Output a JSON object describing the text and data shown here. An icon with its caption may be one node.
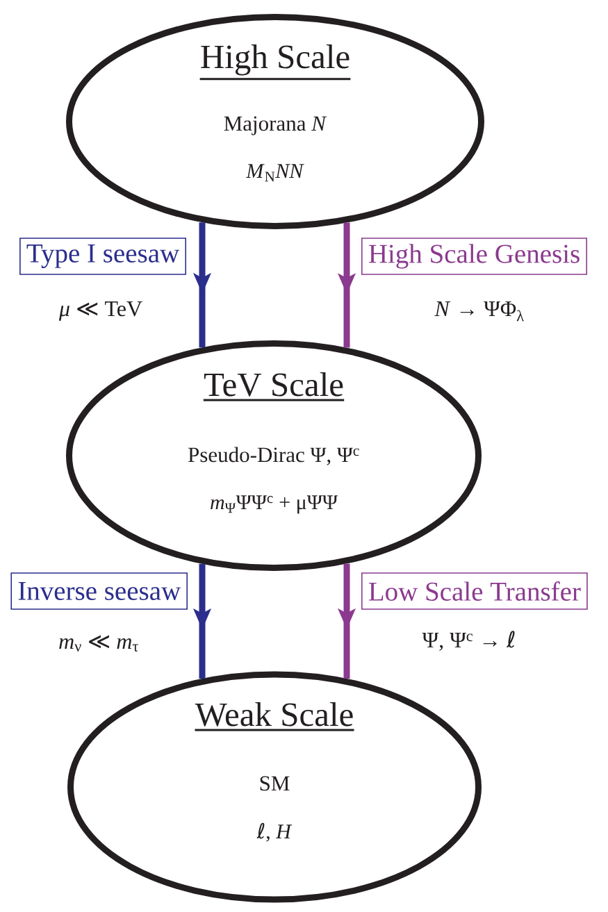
{
  "diagram": {
    "nodes": [
      {
        "text": [
          "High Scale",
          "Majorana *N*",
          "*M*$_{N}$*NN*"
        ]
      },
      {
        "text": [
          "TeV Scale",
          "Pseudo-Dirac Ψ, Ψ$^{c}$",
          "*m*$_{Ψ}$ΨΨ$^{c}$ + μΨΨ"
        ]
      },
      {
        "text": [
          "Weak Scale",
          "SM",
          "ℓ, *H*"
        ]
      }
    ],
    "edges": [
      {
        "from": 0,
        "to": 1,
        "arrow": "to",
        "label": "Type I seesaw",
        "color": "#2b2e8c"
      },
      {
        "from": 0,
        "to": 1,
        "arrow": "to",
        "label": "High Scale Genesis",
        "color": "#8b3a8f"
      },
      {
        "from": 1,
        "to": 2,
        "arrow": "to",
        "label": "Inverse seesaw",
        "color": "#2b2e8c"
      },
      {
        "from": 1,
        "to": 2,
        "arrow": "to",
        "label": "Low Scale Transfer",
        "color": "#8b3a8f"
      }
    ],
    "labels": [
      "*μ* ≪ TeV",
      "*N* → ΨΦ$_{λ}$",
      "*m*$_{ν}$ ≪ *m*$_{τ}$",
      "Ψ, Ψ$^{c}$ → ℓ"
    ]
  }
}
